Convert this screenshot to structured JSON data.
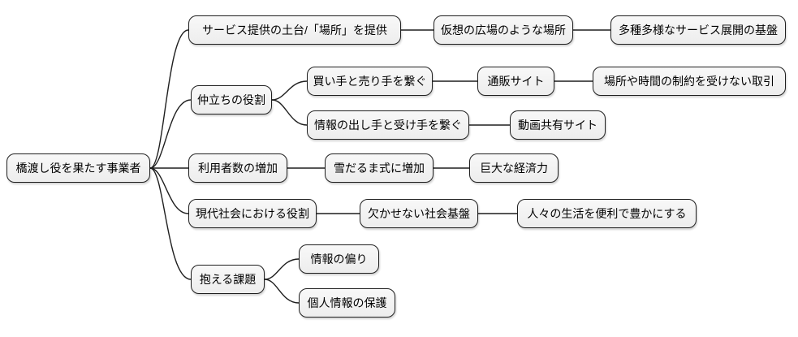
{
  "diagram": {
    "type": "mindmap",
    "direction": "left-to-right",
    "root_id": "root"
  },
  "colors": {
    "background": "#ffffff",
    "node_fill_top": "#f8f8f8",
    "node_fill_bottom": "#ededed",
    "node_border": "#1f1f1f",
    "edge": "#1f1f1f",
    "text": "#000000"
  },
  "nodes": {
    "root": {
      "label": "橋渡し役を果たす事業者"
    },
    "platform": {
      "label": "サービス提供の土台/「場所」を提供"
    },
    "plaza": {
      "label": "仮想の広場のような場所"
    },
    "foundation": {
      "label": "多種多様なサービス展開の基盤"
    },
    "mediator": {
      "label": "仲立ちの役割"
    },
    "buyer_seller": {
      "label": "買い手と売り手を繋ぐ"
    },
    "ec_site": {
      "label": "通販サイト"
    },
    "no_constraints": {
      "label": "場所や時間の制約を受けない取引"
    },
    "info_connect": {
      "label": "情報の出し手と受け手を繋ぐ"
    },
    "video_site": {
      "label": "動画共有サイト"
    },
    "user_growth": {
      "label": "利用者数の増加"
    },
    "snowball": {
      "label": "雪だるま式に増加"
    },
    "economic_power": {
      "label": "巨大な経済力"
    },
    "modern_role": {
      "label": "現代社会における役割"
    },
    "infrastructure": {
      "label": "欠かせない社会基盤"
    },
    "enrich_life": {
      "label": "人々の生活を便利で豊かにする"
    },
    "challenges": {
      "label": "抱える課題"
    },
    "info_bias": {
      "label": "情報の偏り"
    },
    "privacy": {
      "label": "個人情報の保護"
    }
  },
  "edges": [
    {
      "from": "root",
      "to": "platform"
    },
    {
      "from": "platform",
      "to": "plaza"
    },
    {
      "from": "plaza",
      "to": "foundation"
    },
    {
      "from": "root",
      "to": "mediator"
    },
    {
      "from": "mediator",
      "to": "buyer_seller"
    },
    {
      "from": "buyer_seller",
      "to": "ec_site"
    },
    {
      "from": "ec_site",
      "to": "no_constraints"
    },
    {
      "from": "mediator",
      "to": "info_connect"
    },
    {
      "from": "info_connect",
      "to": "video_site"
    },
    {
      "from": "root",
      "to": "user_growth"
    },
    {
      "from": "user_growth",
      "to": "snowball"
    },
    {
      "from": "snowball",
      "to": "economic_power"
    },
    {
      "from": "root",
      "to": "modern_role"
    },
    {
      "from": "modern_role",
      "to": "infrastructure"
    },
    {
      "from": "infrastructure",
      "to": "enrich_life"
    },
    {
      "from": "root",
      "to": "challenges"
    },
    {
      "from": "challenges",
      "to": "info_bias"
    },
    {
      "from": "challenges",
      "to": "privacy"
    }
  ]
}
